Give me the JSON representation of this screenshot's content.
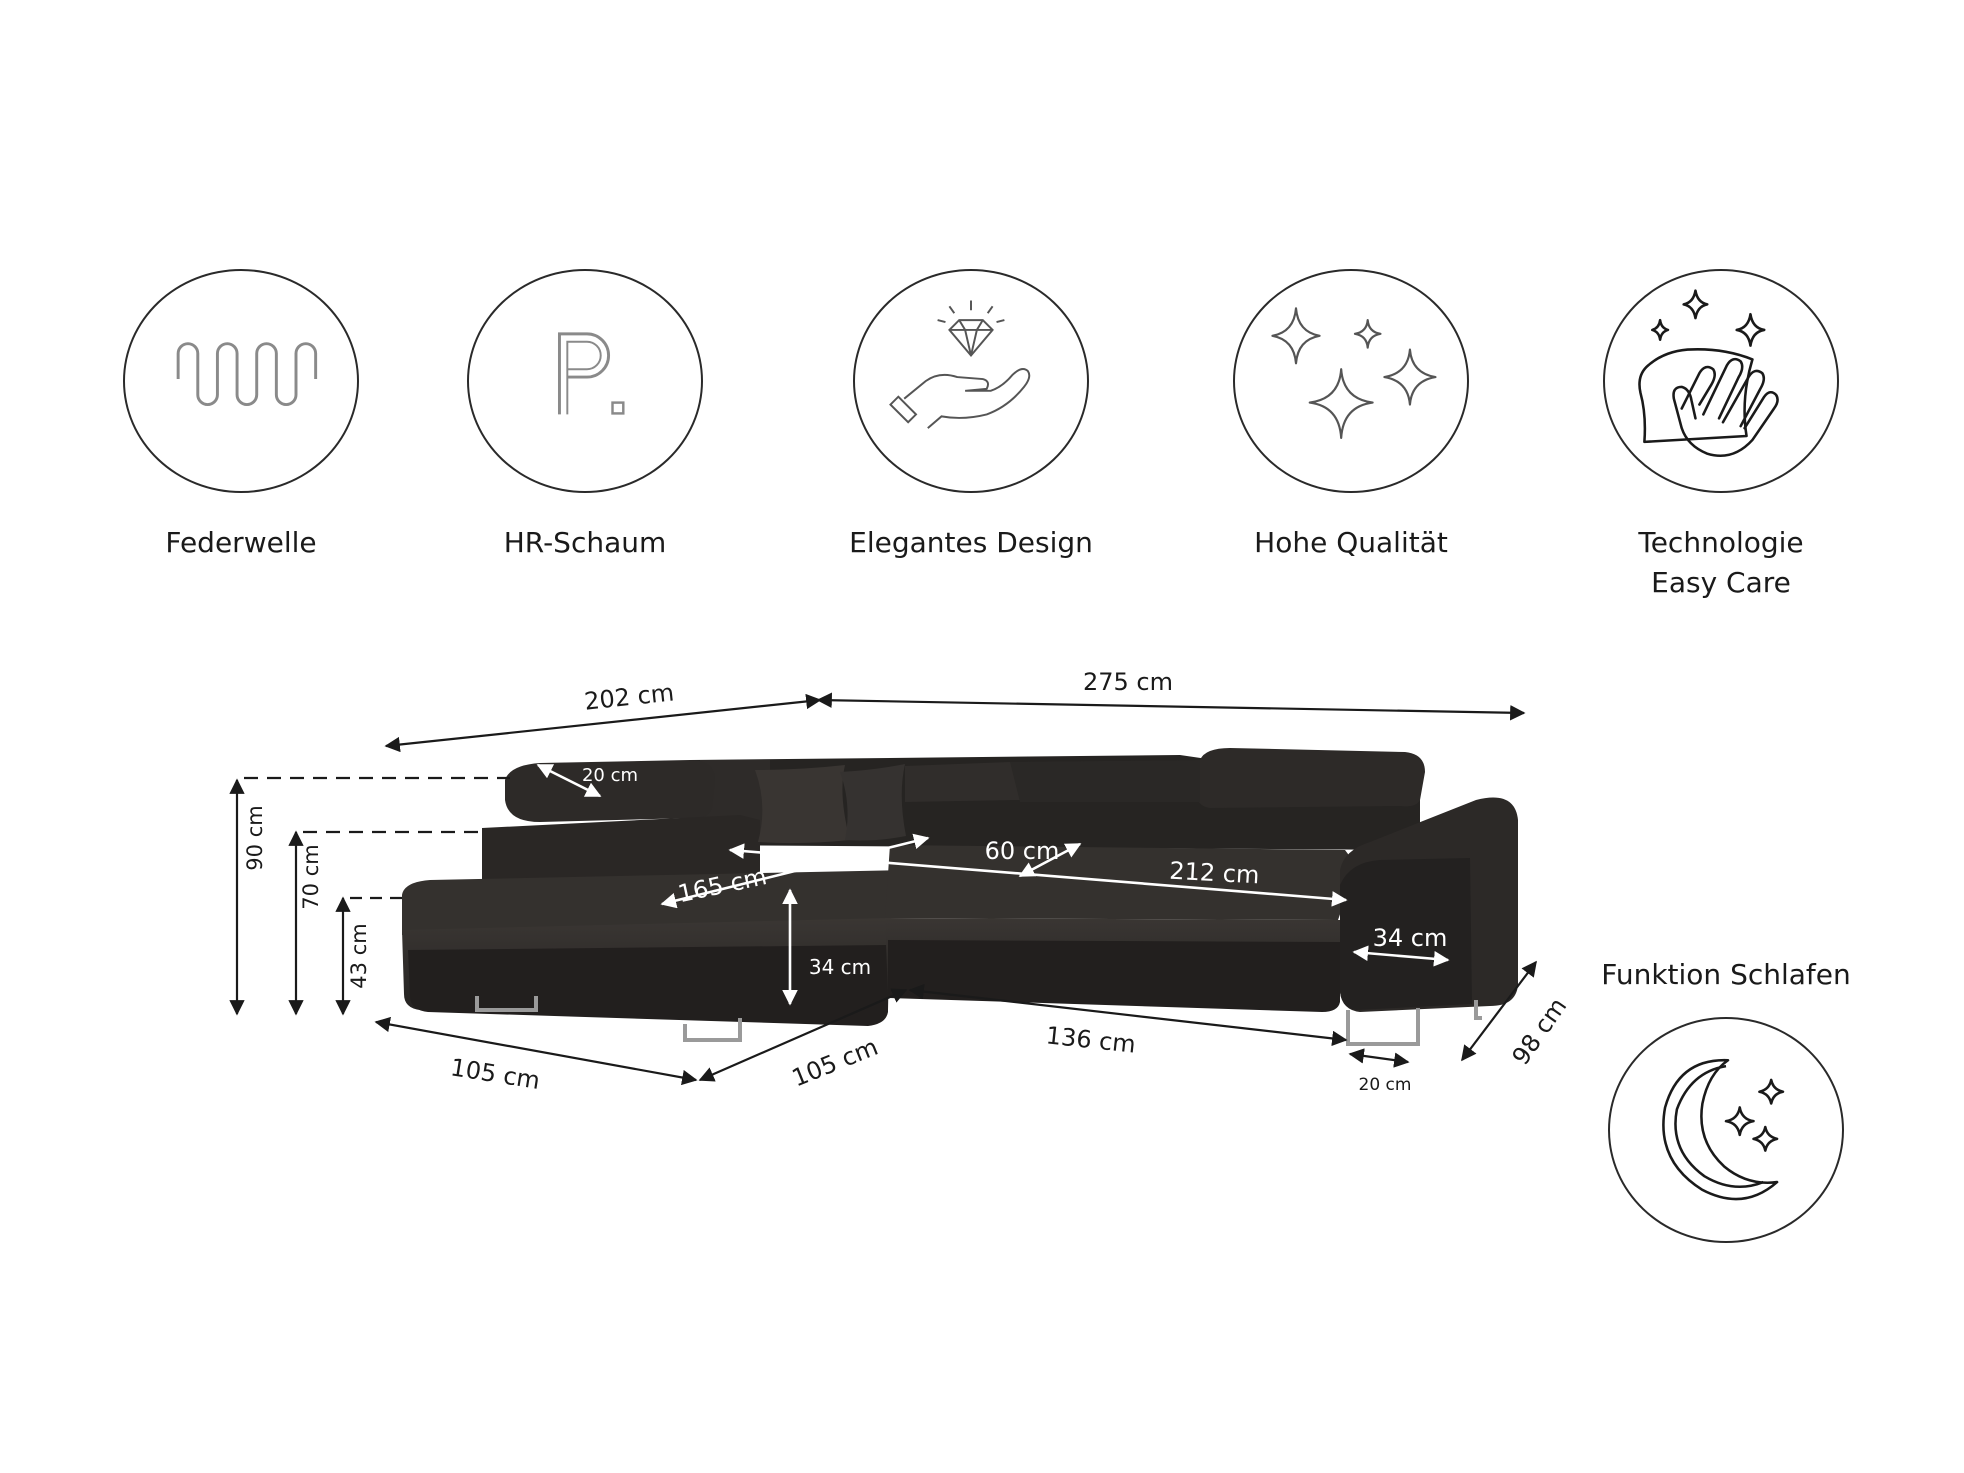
{
  "features": [
    {
      "label": "Federwelle",
      "icon": "spring-wave-icon"
    },
    {
      "label": "HR-Schaum",
      "icon": "letter-p-icon"
    },
    {
      "label": "Elegantes Design",
      "icon": "diamond-hand-icon"
    },
    {
      "label": "Hohe Qualität",
      "icon": "sparkles-icon"
    },
    {
      "label": "Technologie\nEasy Care",
      "icon": "wiping-hand-icon"
    }
  ],
  "product": {
    "description": "Corner sofa",
    "fabric_color": "#2b2826",
    "leg_color": "#9a9a9a"
  },
  "dimensions": {
    "width_left": "202 cm",
    "width_right": "275 cm",
    "headrest_depth": "20 cm",
    "total_height": "90 cm",
    "backrest_height": "70 cm",
    "seat_height": "43 cm",
    "lounge_depth": "165 cm",
    "seat_depth": "60 cm",
    "sleep_width": "212 cm",
    "cushion_height": "34 cm",
    "armrest_height": "34 cm",
    "lounge_width": "105 cm",
    "corner_depth": "105 cm",
    "front_length": "136 cm",
    "armrest_width": "20 cm",
    "depth": "98 cm"
  },
  "function": {
    "title": "Funktion Schlafen",
    "icon": "moon-stars-icon"
  }
}
